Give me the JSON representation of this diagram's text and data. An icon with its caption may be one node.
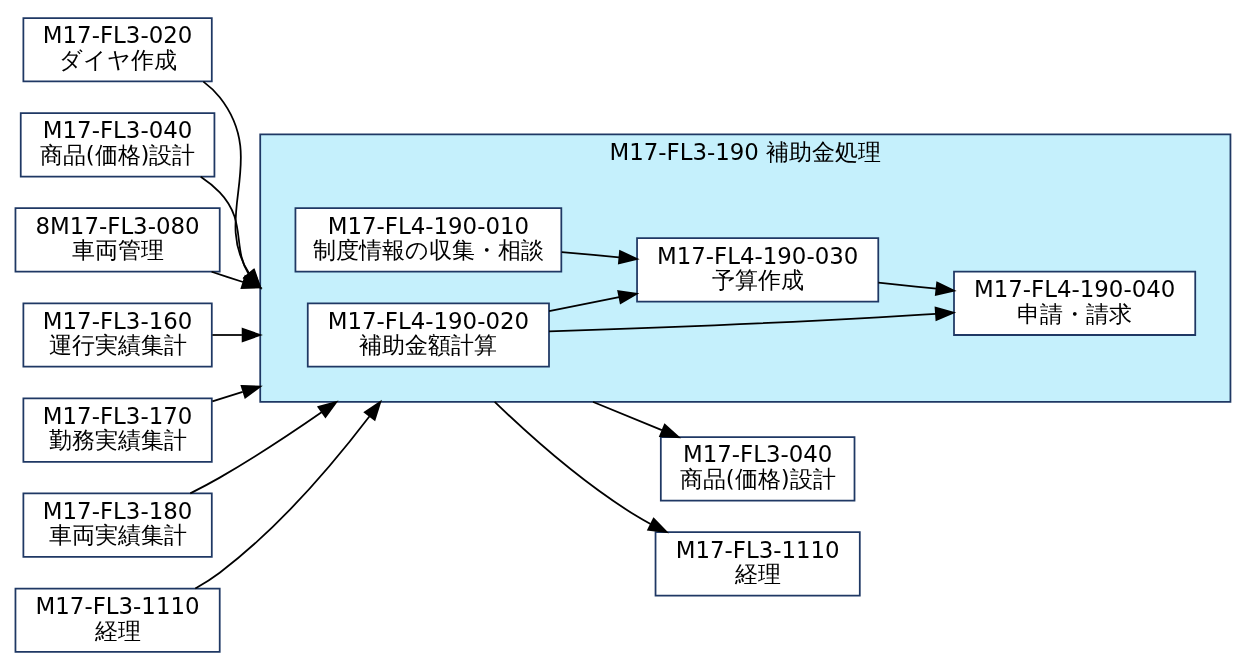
{
  "diagram": {
    "nodes": [
      {
        "text": [
          "M17-FL3-020",
          "ダイヤ作成"
        ]
      },
      {
        "text": [
          "M17-FL3-040",
          "商品(価格)設計"
        ]
      },
      {
        "text": [
          "8M17-FL3-080",
          "車両管理"
        ]
      },
      {
        "text": [
          "M17-FL3-160",
          "運行実績集計"
        ]
      },
      {
        "text": [
          "M17-FL3-170",
          "勤務実績集計"
        ]
      },
      {
        "text": [
          "M17-FL3-180",
          "車両実績集計"
        ]
      },
      {
        "text": [
          "M17-FL3-1110",
          "経理"
        ]
      },
      {
        "text": [
          "M17-FL3-190 補助金処理"
        ]
      },
      {
        "text": [
          "M17-FL4-190-010",
          "制度情報の収集・相談"
        ],
        "in": 7
      },
      {
        "text": [
          "M17-FL4-190-030",
          "予算作成"
        ],
        "in": 7
      },
      {
        "text": [
          "M17-FL4-190-040",
          "申請・請求"
        ],
        "in": 7
      },
      {
        "text": [
          "M17-FL4-190-020",
          "補助金額計算"
        ],
        "in": 7
      },
      {
        "text": [
          "M17-FL3-040",
          "商品(価格)設計"
        ]
      },
      {
        "text": [
          "M17-FL3-1110",
          "経理"
        ]
      }
    ],
    "edges": [
      {
        "from": 0,
        "to": 7,
        "arrow": "to"
      },
      {
        "from": 1,
        "to": 7,
        "arrow": "to"
      },
      {
        "from": 2,
        "to": 7,
        "arrow": "to"
      },
      {
        "from": 3,
        "to": 7,
        "arrow": "to"
      },
      {
        "from": 4,
        "to": 7,
        "arrow": "to"
      },
      {
        "from": 5,
        "to": 7,
        "arrow": "to"
      },
      {
        "from": 6,
        "to": 7,
        "arrow": "to"
      },
      {
        "from": 8,
        "to": 9,
        "arrow": "to"
      },
      {
        "from": 9,
        "to": 10,
        "arrow": "to"
      },
      {
        "from": 11,
        "to": 9,
        "arrow": "to"
      },
      {
        "from": 11,
        "to": 10,
        "arrow": "to"
      },
      {
        "from": 7,
        "to": 12,
        "arrow": "to"
      },
      {
        "from": 7,
        "to": 13,
        "arrow": "to"
      }
    ]
  }
}
